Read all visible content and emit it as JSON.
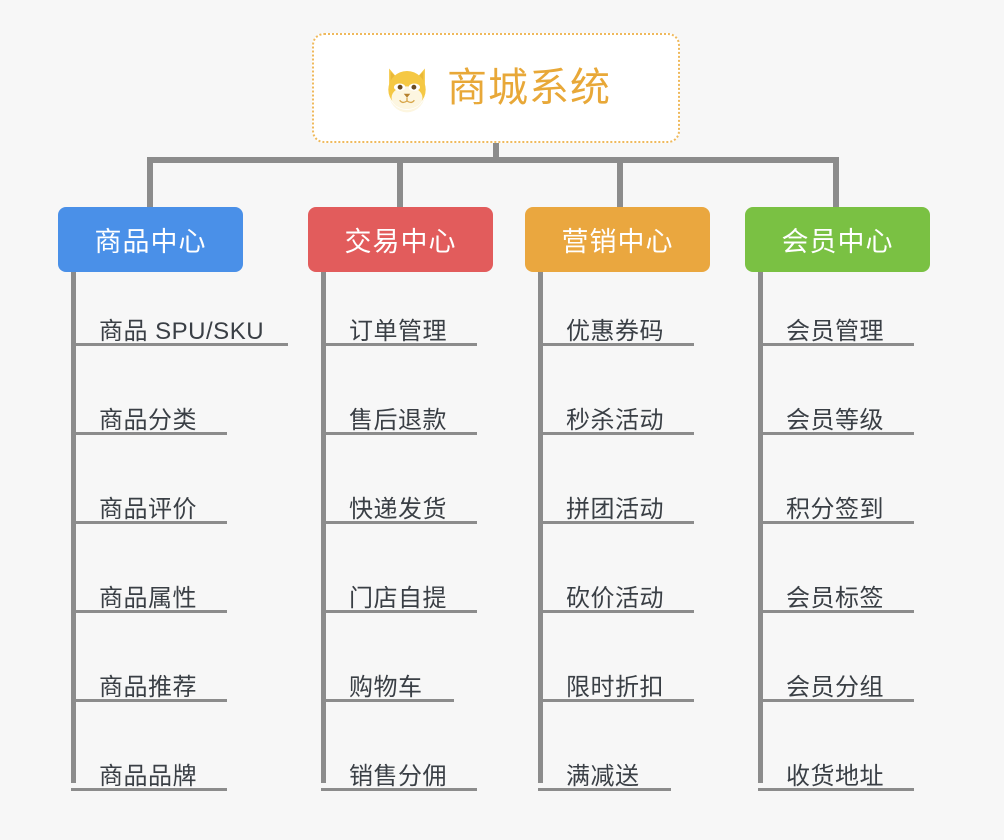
{
  "diagram": {
    "type": "org-chart",
    "background_color": "#f7f7f7",
    "connector_color": "#8c8c8c",
    "root": {
      "title": "商城系统",
      "icon": "shiba-dog-emoji",
      "text_color": "#e8a838",
      "border_color": "#efb95c",
      "background_color": "#ffffff"
    },
    "categories": [
      {
        "label": "商品中心",
        "color": "#4a90e8",
        "items": [
          "商品 SPU/SKU",
          "商品分类",
          "商品评价",
          "商品属性",
          "商品推荐",
          "商品品牌"
        ]
      },
      {
        "label": "交易中心",
        "color": "#e25c5c",
        "items": [
          "订单管理",
          "售后退款",
          "快递发货",
          "门店自提",
          "购物车",
          "销售分佣"
        ]
      },
      {
        "label": "营销中心",
        "color": "#eaa73f",
        "items": [
          "优惠券码",
          "秒杀活动",
          "拼团活动",
          "砍价活动",
          "限时折扣",
          "满减送"
        ]
      },
      {
        "label": "会员中心",
        "color": "#7ac143",
        "items": [
          "会员管理",
          "会员等级",
          "积分签到",
          "会员标签",
          "会员分组",
          "收货地址"
        ]
      }
    ]
  }
}
